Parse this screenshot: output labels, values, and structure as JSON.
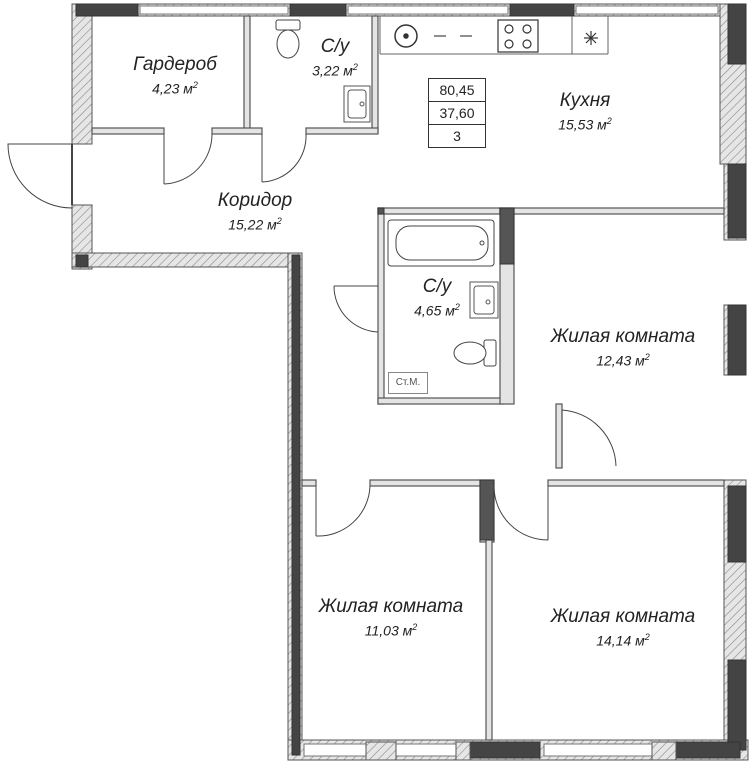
{
  "summary": {
    "total_area": "80,45",
    "living_area": "37,60",
    "rooms": "3"
  },
  "area_unit": "м",
  "area_unit_power": "2",
  "rooms": {
    "wardrobe": {
      "name": "Гардероб",
      "area": "4,23"
    },
    "wc1": {
      "name": "С/у",
      "area": "3,22"
    },
    "kitchen": {
      "name": "Кухня",
      "area": "15,53"
    },
    "corridor": {
      "name": "Коридор",
      "area": "15,22"
    },
    "wc2": {
      "name": "С/у",
      "area": "4,65"
    },
    "living1": {
      "name": "Жилая комната",
      "area": "12,43"
    },
    "living2": {
      "name": "Жилая комната",
      "area": "11,03"
    },
    "living3": {
      "name": "Жилая комната",
      "area": "14,14"
    }
  },
  "fixtures": {
    "washer_label": "Ст.М."
  },
  "colors": {
    "wall_fill": "#dcdcdc",
    "wall_stroke": "#555555",
    "hatch": "#8a8a8a",
    "thin_line": "#888888"
  }
}
